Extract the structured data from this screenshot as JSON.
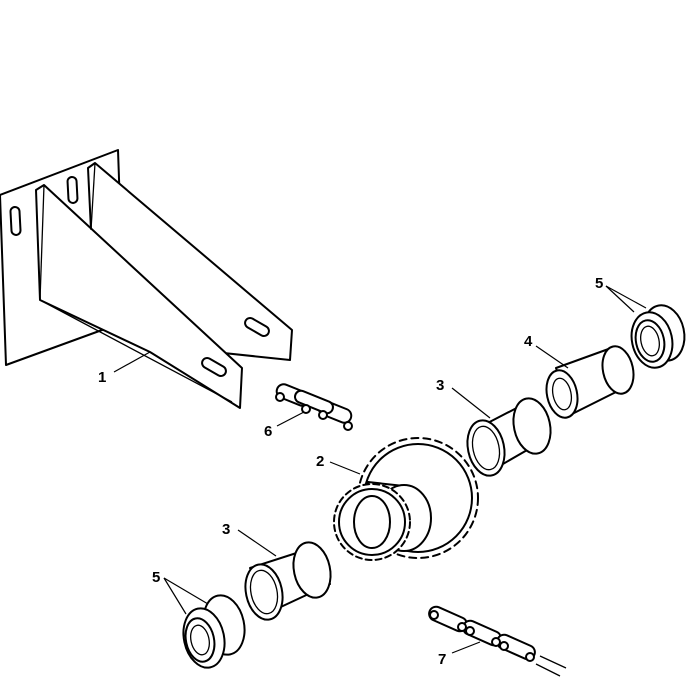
{
  "callouts": {
    "bracket": "1",
    "sprocket": "2",
    "spacer_upper": "3",
    "spacer_lower": "3",
    "bushing": "4",
    "flange_upper": "5",
    "flange_lower": "5",
    "chain_link_connector": "6",
    "chain_segment": "7"
  }
}
